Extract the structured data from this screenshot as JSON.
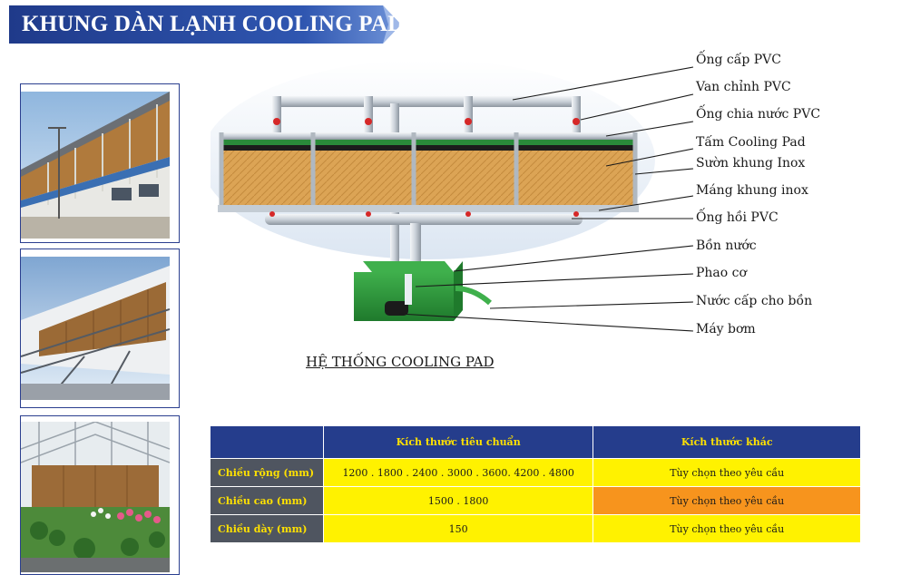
{
  "header": {
    "title": "KHUNG DÀN LẠNH COOLING PAD"
  },
  "photos": [
    {
      "name": "factory-exterior-photo"
    },
    {
      "name": "cooling-pad-wall-photo"
    },
    {
      "name": "greenhouse-photo"
    }
  ],
  "diagram": {
    "caption": "HỆ THỐNG COOLING PAD",
    "labels": [
      "Ống cấp PVC",
      "Van chỉnh PVC",
      "Ống chia nước PVC",
      "Tấm Cooling Pad",
      "Sườn khung Inox",
      "Máng khung inox",
      "Ống hồi PVC",
      "Bồn nước",
      "Phao cơ",
      "Nước cấp cho bồn",
      "Máy bơm"
    ]
  },
  "table": {
    "headers": [
      "",
      "Kích thước tiêu chuẩn",
      "Kích thước khác"
    ],
    "rows": [
      {
        "label": "Chiều rộng (mm)",
        "standard": "1200 . 1800 . 2400 . 3000 . 3600. 4200 . 4800",
        "other": "Tùy chọn theo yêu cầu"
      },
      {
        "label": "Chiều cao (mm)",
        "standard": "1500 . 1800",
        "other": "Tùy chọn theo yêu cầu"
      },
      {
        "label": "Chiều dày (mm)",
        "standard": "150",
        "other": "Tùy chọn theo yêu cầu"
      }
    ]
  },
  "colors": {
    "banner": "#253d8c",
    "table_header": "#253d8c",
    "row_label": "#4f5560",
    "header_text": "#ffe100",
    "highlight_yellow": "#fff200",
    "highlight_orange": "#f7941d",
    "pad": "#d9a24a",
    "tank": "#2e9a3c"
  }
}
